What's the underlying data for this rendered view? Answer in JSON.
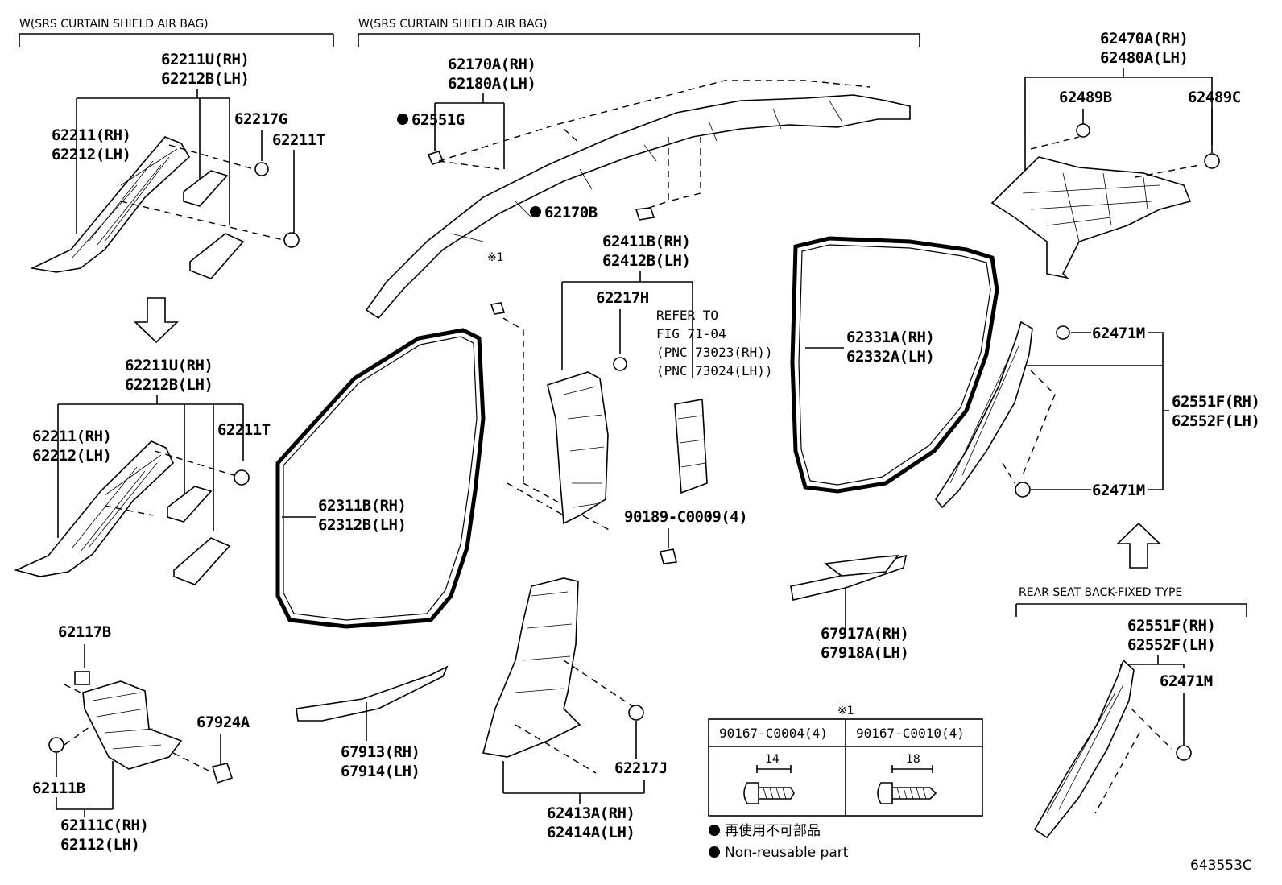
{
  "headers": {
    "left": "W(SRS CURTAIN SHIELD AIR BAG)",
    "center": "W(SRS CURTAIN SHIELD AIR BAG)",
    "rear_seat": "REAR SEAT BACK-FIXED TYPE"
  },
  "labels": {
    "p62211U_rh_a": "62211U(RH)",
    "p62212B_lh_a": "62212B(LH)",
    "p62211_rh_a": "62211(RH)",
    "p62212_lh_a": "62212(LH)",
    "p62217G": "62217G",
    "p62211T_a": "62211T",
    "p62211U_rh_b": "62211U(RH)",
    "p62212B_lh_b": "62212B(LH)",
    "p62211_rh_b": "62211(RH)",
    "p62212_lh_b": "62212(LH)",
    "p62211T_b": "62211T",
    "p62117B": "62117B",
    "p67924A": "67924A",
    "p62111B": "62111B",
    "p62111C_rh": "62111C(RH)",
    "p62112_lh": "62112(LH)",
    "p62170A_rh": "62170A(RH)",
    "p62180A_lh": "62180A(LH)",
    "p62551G": "62551G",
    "p62170B": "62170B",
    "p62411B_rh": "62411B(RH)",
    "p62412B_lh": "62412B(LH)",
    "p62217H": "62217H",
    "refer1": "REFER TO",
    "refer2": "FIG 71-04",
    "refer3": "(PNC 73023(RH))",
    "refer4": "(PNC 73024(LH))",
    "p90189": "90189-C0009(4)",
    "p62311B_rh": "62311B(RH)",
    "p62312B_lh": "62312B(LH)",
    "p67913_rh": "67913(RH)",
    "p67914_lh": "67914(LH)",
    "p62217J": "62217J",
    "p62413A_rh": "62413A(RH)",
    "p62414A_lh": "62414A(LH)",
    "p62331A_rh": "62331A(RH)",
    "p62332A_lh": "62332A(LH)",
    "p67917A_rh": "67917A(RH)",
    "p67918A_lh": "67918A(LH)",
    "p62470A_rh": "62470A(RH)",
    "p62480A_lh": "62480A(LH)",
    "p62489B": "62489B",
    "p62489C": "62489C",
    "p62471M_a": "62471M",
    "p62471M_b": "62471M",
    "p62551F_rh_a": "62551F(RH)",
    "p62552F_lh_a": "62552F(LH)",
    "p62551F_rh_b": "62551F(RH)",
    "p62552F_lh_b": "62552F(LH)",
    "p62471M_c": "62471M",
    "x1_top": "※1",
    "x1_table": "※1"
  },
  "screw_table": {
    "col1": "90167-C0004(4)",
    "col2": "90167-C0010(4)",
    "len1": "14",
    "len2": "18"
  },
  "legend": {
    "jp": "再使用不可部品",
    "en": "Non-reusable part"
  },
  "figure_id": "643553C"
}
